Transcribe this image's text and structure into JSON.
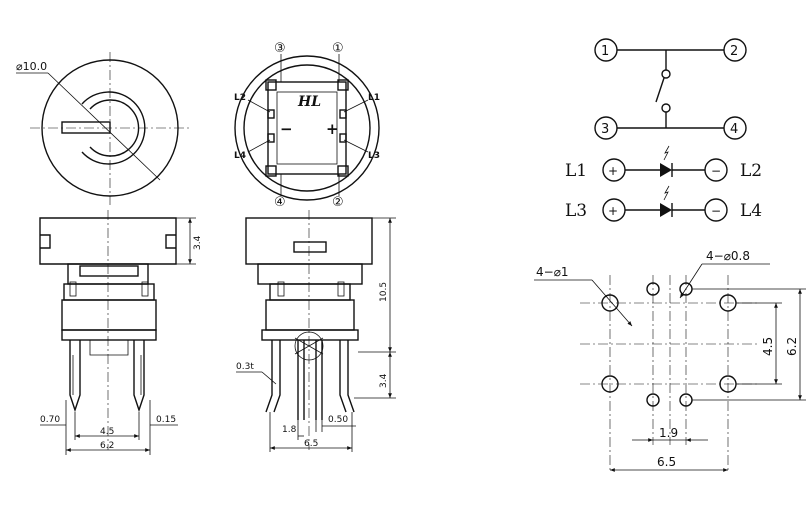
{
  "front_view": {
    "diameter_label": "⌀10.0",
    "label_t": "0.3t",
    "dim_070": "0.70",
    "dim_015": "0.15",
    "dim_45": "4.5",
    "dim_62": "6.2",
    "dim_34": "3.4"
  },
  "top_view": {
    "pin_labels": [
      "③",
      "①",
      "④",
      "②"
    ],
    "led_labels": [
      "L2",
      "L1",
      "L4",
      "L3"
    ],
    "logo": "HL",
    "minus": "−",
    "plus": "+"
  },
  "side_view": {
    "dim_105": "10.5",
    "dim_34": "3.4",
    "dim_18": "1.8",
    "dim_050": "0.50",
    "dim_65": "6.5"
  },
  "schematic": {
    "nodes": [
      "1",
      "2",
      "3",
      "4"
    ],
    "led_rows": [
      {
        "left": "L1",
        "right": "L2"
      },
      {
        "left": "L3",
        "right": "L4"
      }
    ],
    "plus_sign": "+",
    "minus_sign": "−"
  },
  "pcb_layout": {
    "hole_big_label": "4−⌀1",
    "hole_small_label": "4−⌀0.8",
    "dim_45": "4.5",
    "dim_62": "6.2",
    "dim_19": "1.9",
    "dim_65": "6.5"
  }
}
